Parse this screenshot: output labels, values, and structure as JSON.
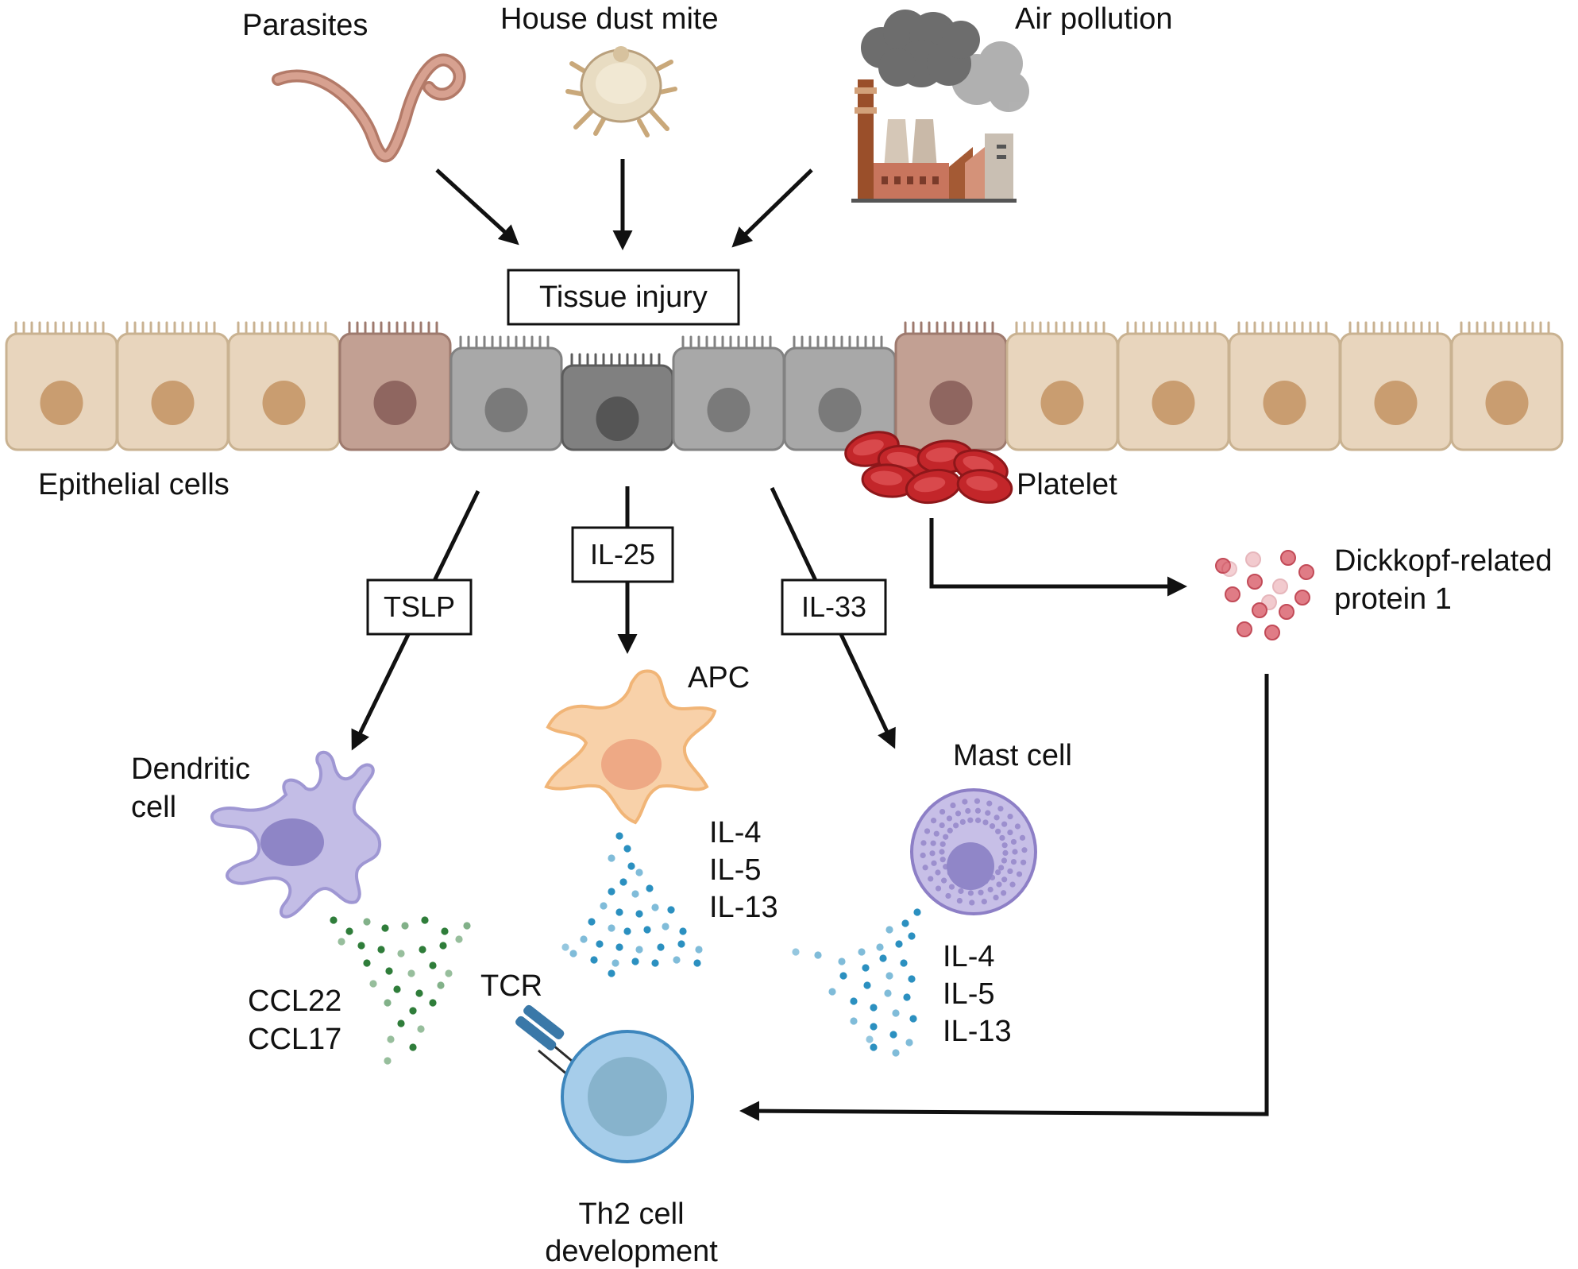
{
  "sources": {
    "parasites": "Parasites",
    "house_dust_mite": "House dust mite",
    "air_pollution": "Air pollution"
  },
  "central": {
    "tissue_injury": "Tissue injury"
  },
  "epithelium": {
    "label": "Epithelial cells",
    "platelet": "Platelet"
  },
  "cytokines": {
    "tslp": "TSLP",
    "il25": "IL-25",
    "il33": "IL-33"
  },
  "cells": {
    "dendritic_line1": "Dendritic",
    "dendritic_line2": "cell",
    "apc": "APC",
    "mast": "Mast cell",
    "tcr": "TCR",
    "th2_line1": "Th2 cell",
    "th2_line2": "development"
  },
  "secretions": {
    "dendritic": [
      "CCL22",
      "CCL17"
    ],
    "apc": [
      "IL-4",
      "IL-5",
      "IL-13"
    ],
    "mast": [
      "IL-4",
      "IL-5",
      "IL-13"
    ]
  },
  "dkk1": {
    "line1": "Dickkopf-related",
    "line2": "protein 1"
  },
  "colors": {
    "epithelial_beige": "#e8d5bd",
    "injured_gray": "#a8a8a8",
    "stressed_mauve": "#c2a093",
    "platelet_red": "#c3262a",
    "dendritic_purple": "#c3bde6",
    "apc_orange": "#f8d1a9",
    "mast_purple": "#b3a9dc",
    "th2_blue": "#a6cdea",
    "chemokine_green": "#2f7d3a",
    "cytokine_blue": "#2b90c0",
    "dkk1_pink": "#e07c86"
  }
}
